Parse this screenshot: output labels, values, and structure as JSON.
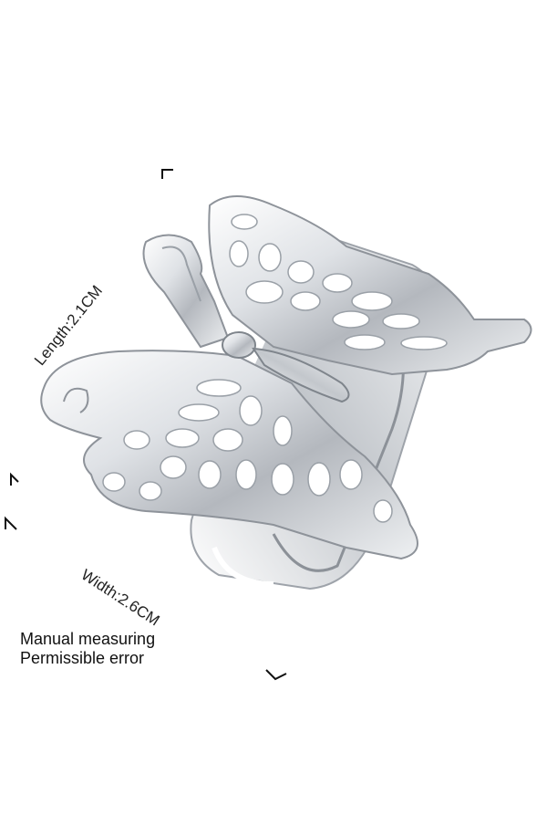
{
  "image": {
    "subject": "silver butterfly ring",
    "metal_color": "#c9ccd1",
    "background_color": "#ffffff"
  },
  "dimensions": {
    "length_label": "Length:2.1CM",
    "width_label": "Width:2.6CM"
  },
  "note": {
    "line1": "Manual measuring",
    "line2": "Permissible error"
  }
}
